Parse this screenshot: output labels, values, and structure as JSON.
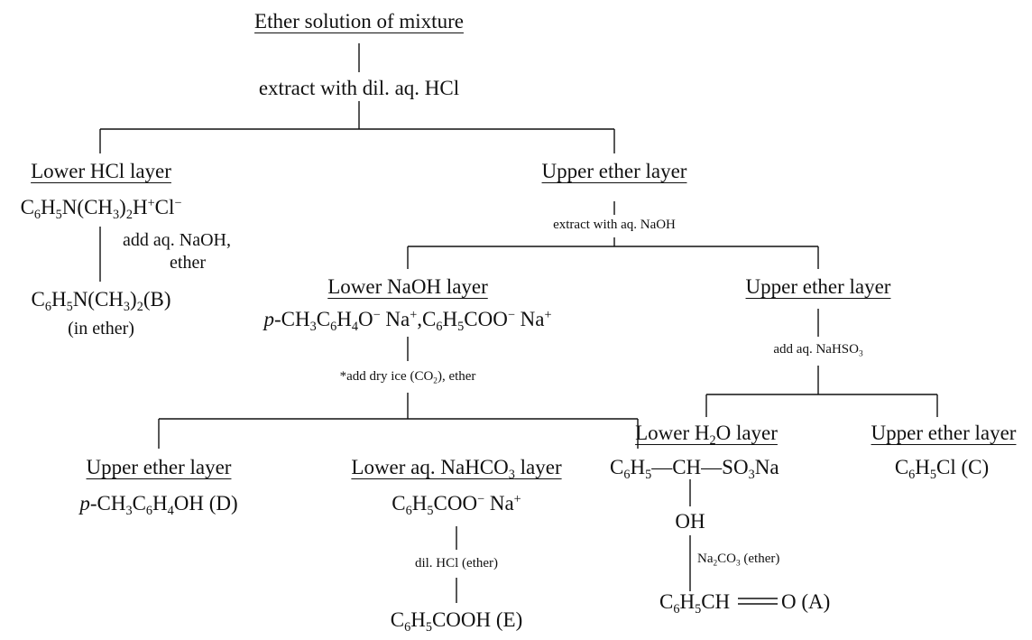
{
  "root": {
    "title": "Ether solution of mixture",
    "step": "extract with dil. aq. HCl"
  },
  "lower_hcl": {
    "title": "Lower HCl layer",
    "formula": {
      "a": "C",
      "s1": "6",
      "b": "H",
      "s2": "5",
      "c": "N(CH",
      "s3": "3",
      "d": ")",
      "s4": "2",
      "e": "H",
      "p1": "+",
      "f": "Cl",
      "p2": "−"
    },
    "step_line1": "add aq. NaOH,",
    "step_line2": "ether",
    "product": {
      "a": "C",
      "s1": "6",
      "b": "H",
      "s2": "5",
      "c": "N(CH",
      "s3": "3",
      "d": ")",
      "s4": "2",
      "e": "(B)"
    },
    "note": "(in ether)"
  },
  "upper_ether_1": {
    "title": "Upper ether layer",
    "step": "extract with aq. NaOH"
  },
  "lower_naoh": {
    "title": "Lower NaOH layer",
    "formula": {
      "p": "p",
      "a": "-CH",
      "s1": "3",
      "b": "C",
      "s2": "6",
      "c": "H",
      "s3": "4",
      "d": "O",
      "q1": "−",
      "e": " Na",
      "q2": "+",
      "f": ",C",
      "s4": "6",
      "g": "H",
      "s5": "5",
      "h": "COO",
      "q3": "−",
      "i": " Na",
      "q4": "+"
    },
    "step": "*add dry ice (CO",
    "step_sub": "2",
    "step_end": "), ether"
  },
  "upper_ether_2": {
    "title": "Upper ether layer",
    "step": "add aq. NaHSO",
    "step_sub": "3"
  },
  "upper_ether_d": {
    "title": "Upper ether layer",
    "formula": {
      "p": "p",
      "a": "-CH",
      "s1": "3",
      "b": "C",
      "s2": "6",
      "c": "H",
      "s3": "4",
      "d": "OH (D)"
    }
  },
  "lower_nahco3": {
    "title_a": "Lower aq. NaHCO",
    "title_sub": "3",
    "title_b": " layer",
    "formula": {
      "a": "C",
      "s1": "6",
      "b": "H",
      "s2": "5",
      "c": "COO",
      "q1": "−",
      "d": " Na",
      "q2": "+"
    },
    "step": "dil. HCl (ether)",
    "product": {
      "a": "C",
      "s1": "6",
      "b": "H",
      "s2": "5",
      "c": "COOH (E)"
    }
  },
  "lower_h2o": {
    "title_a": "Lower H",
    "title_sub": "2",
    "title_b": "O layer",
    "formula": {
      "a": "C",
      "s1": "6",
      "b": "H",
      "s2": "5",
      "c": "—CH—SO",
      "s3": "3",
      "d": "Na"
    },
    "oh": "OH",
    "step": "Na",
    "step_sub1": "2",
    "step_mid": "CO",
    "step_sub2": "3",
    "step_end": " (ether)",
    "product": {
      "a": "C",
      "s1": "6",
      "b": "H",
      "s2": "5",
      "c": "CH",
      "d": "O (A)"
    }
  },
  "upper_ether_c": {
    "title": "Upper ether layer",
    "formula": {
      "a": "C",
      "s1": "6",
      "b": "H",
      "s2": "5",
      "c": "Cl (C)"
    }
  }
}
